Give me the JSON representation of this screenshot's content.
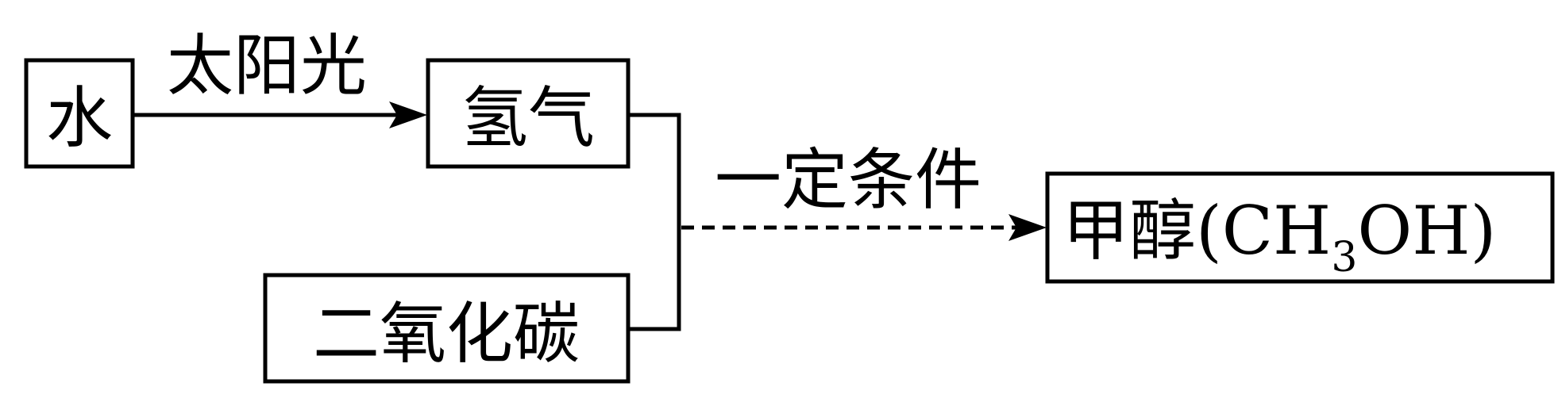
{
  "nodes": {
    "water": "水",
    "hydrogen": "氢气",
    "co2": "二氧化碳",
    "methanol_prefix": "甲醇(CH",
    "methanol_sub": "3",
    "methanol_suffix": "OH)"
  },
  "edges": {
    "sunlight": "太阳光",
    "conditions": "一定条件"
  }
}
